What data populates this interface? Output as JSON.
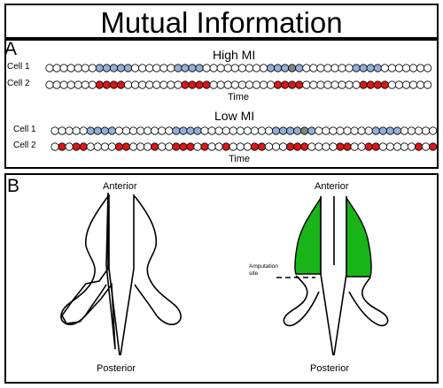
{
  "title": "Mutual Information",
  "panel_a": {
    "letter": "A",
    "cell1_label": "Cell 1",
    "cell2_label": "Cell 2",
    "time_label": "Time",
    "high": {
      "title": "High MI",
      "cell1": [
        0,
        0,
        0,
        0,
        0,
        0,
        0,
        1,
        1,
        1,
        1,
        1,
        0,
        0,
        0,
        0,
        0,
        0,
        1,
        1,
        1,
        1,
        0,
        0,
        0,
        0,
        0,
        0,
        0,
        0,
        0,
        1,
        1,
        1,
        2,
        1,
        0,
        0,
        0,
        0,
        0,
        0,
        0,
        1,
        1,
        1,
        1,
        0,
        0,
        0,
        0,
        0,
        0,
        0
      ],
      "cell2": [
        0,
        0,
        0,
        0,
        0,
        0,
        0,
        3,
        3,
        3,
        3,
        0,
        0,
        0,
        0,
        0,
        0,
        0,
        0,
        3,
        3,
        3,
        3,
        0,
        0,
        0,
        0,
        0,
        0,
        0,
        0,
        0,
        3,
        3,
        3,
        3,
        0,
        0,
        0,
        0,
        0,
        0,
        0,
        0,
        3,
        3,
        3,
        3,
        0,
        0,
        0,
        0,
        0,
        0
      ]
    },
    "low": {
      "title": "Low MI",
      "cell1": [
        0,
        0,
        0,
        0,
        0,
        1,
        1,
        1,
        1,
        0,
        0,
        0,
        0,
        0,
        0,
        0,
        0,
        1,
        1,
        1,
        1,
        0,
        0,
        0,
        0,
        0,
        0,
        0,
        0,
        0,
        0,
        1,
        1,
        1,
        1,
        2,
        1,
        0,
        0,
        0,
        0,
        0,
        0,
        0,
        0,
        1,
        1,
        1,
        1,
        0,
        0,
        0,
        0,
        0
      ],
      "cell2": [
        0,
        3,
        0,
        3,
        3,
        0,
        0,
        0,
        0,
        3,
        3,
        0,
        0,
        0,
        3,
        0,
        0,
        3,
        3,
        3,
        0,
        3,
        0,
        0,
        3,
        0,
        0,
        0,
        3,
        3,
        0,
        0,
        0,
        3,
        3,
        3,
        0,
        0,
        0,
        0,
        3,
        3,
        0,
        0,
        3,
        3,
        0,
        0,
        0,
        0,
        0,
        3,
        0,
        3
      ]
    }
  },
  "panel_b": {
    "letter": "B",
    "anterior_label": "Anterior",
    "posterior_label": "Posterior",
    "amputation_label": "Amputation site"
  },
  "colors": {
    "blue": "#94afd8",
    "red": "#d81818",
    "gray": "#7f8784",
    "green": "#18b418"
  }
}
